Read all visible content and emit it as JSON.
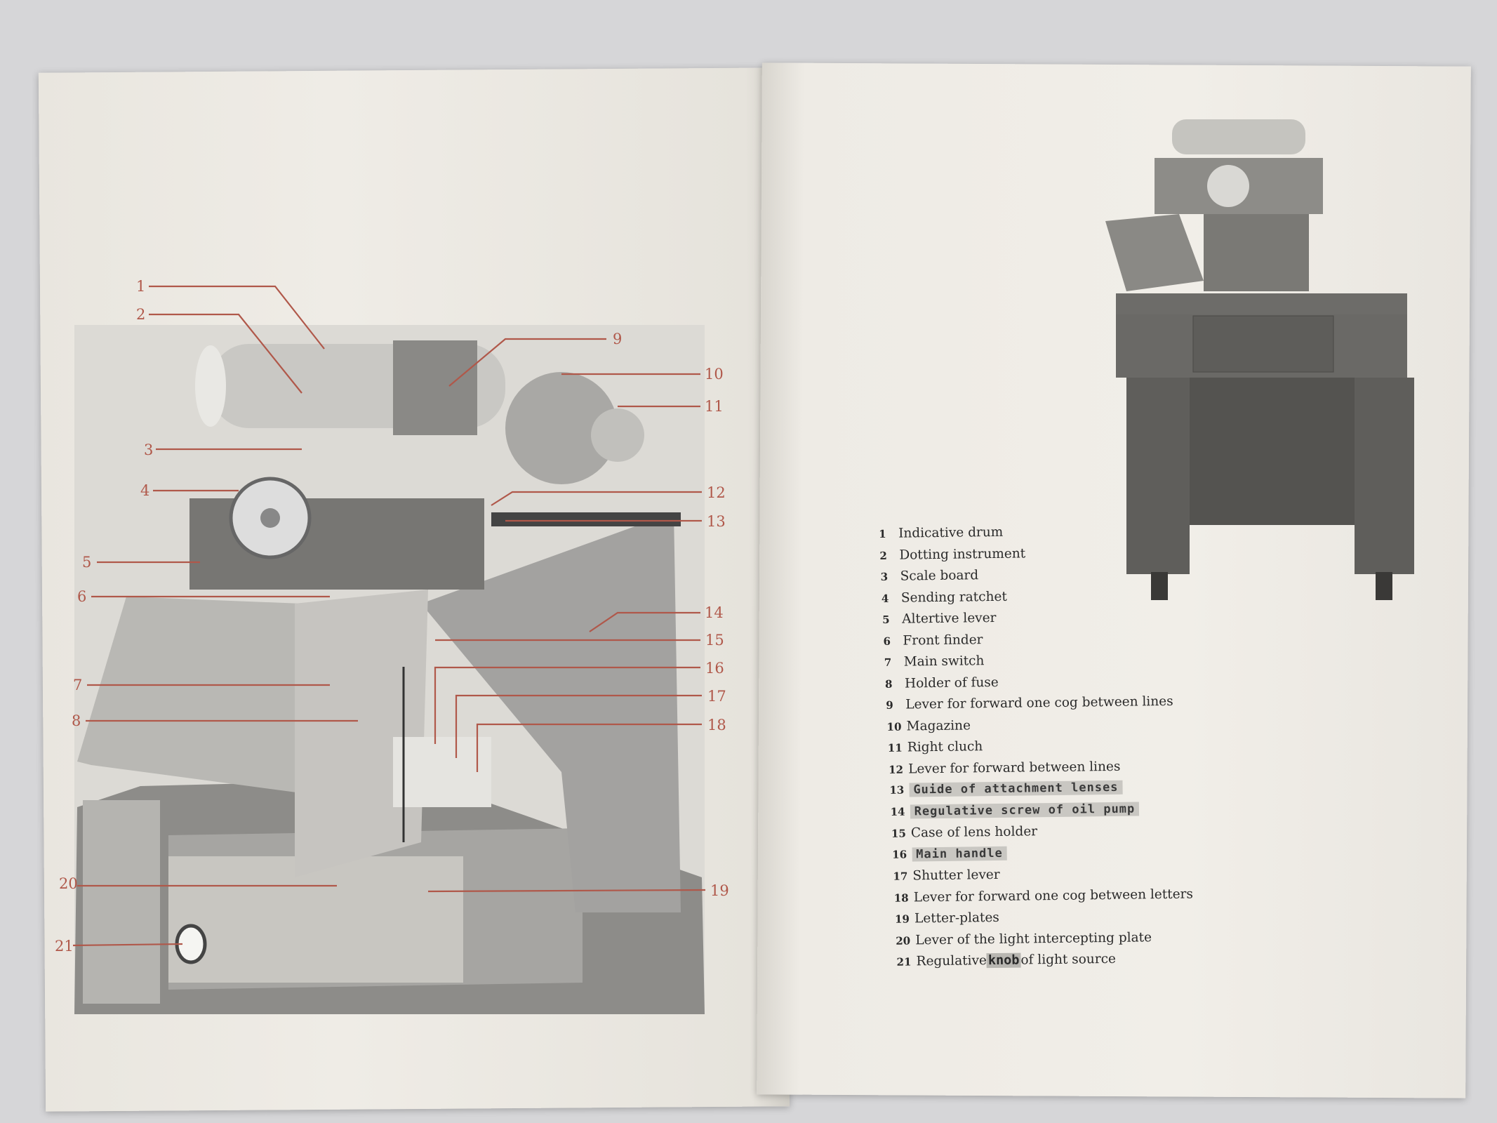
{
  "diagram_labels": [
    "1",
    "2",
    "3",
    "4",
    "5",
    "6",
    "7",
    "8",
    "9",
    "10",
    "11",
    "12",
    "13",
    "14",
    "15",
    "16",
    "17",
    "18",
    "19",
    "20",
    "21"
  ],
  "legend": [
    {
      "num": "1",
      "text": "Indicative drum"
    },
    {
      "num": "2",
      "text": "Dotting instrument"
    },
    {
      "num": "3",
      "text": "Scale board"
    },
    {
      "num": "4",
      "text": "Sending ratchet"
    },
    {
      "num": "5",
      "text": "Altertive lever"
    },
    {
      "num": "6",
      "text": "Front finder"
    },
    {
      "num": "7",
      "text": "Main switch"
    },
    {
      "num": "8",
      "text": "Holder of fuse"
    },
    {
      "num": "9",
      "text": "Lever for forward one cog between lines"
    },
    {
      "num": "10",
      "text": "Magazine"
    },
    {
      "num": "11",
      "text": "Right cluch"
    },
    {
      "num": "12",
      "text": "Lever for forward between  lines"
    },
    {
      "num": "13",
      "text": "Guide of attachment lenses",
      "typed": true
    },
    {
      "num": "14",
      "text": "Regulative screw of oil pump",
      "typed": true
    },
    {
      "num": "15",
      "text": "Case of lens holder"
    },
    {
      "num": "16",
      "text": "Main handle",
      "typed": true
    },
    {
      "num": "17",
      "text": "Shutter lever"
    },
    {
      "num": "18",
      "text": "Lever for forward one cog between letters"
    },
    {
      "num": "19",
      "text": "Letter-plates"
    },
    {
      "num": "20",
      "text": "Lever of the light intercepting plate"
    },
    {
      "num": "21",
      "text": "Regulative",
      "highlight": "knob",
      "post": "of light source"
    }
  ],
  "colors": {
    "label_red": "#b0584a",
    "paper": "#efece6",
    "background": "#d6d6d8"
  }
}
